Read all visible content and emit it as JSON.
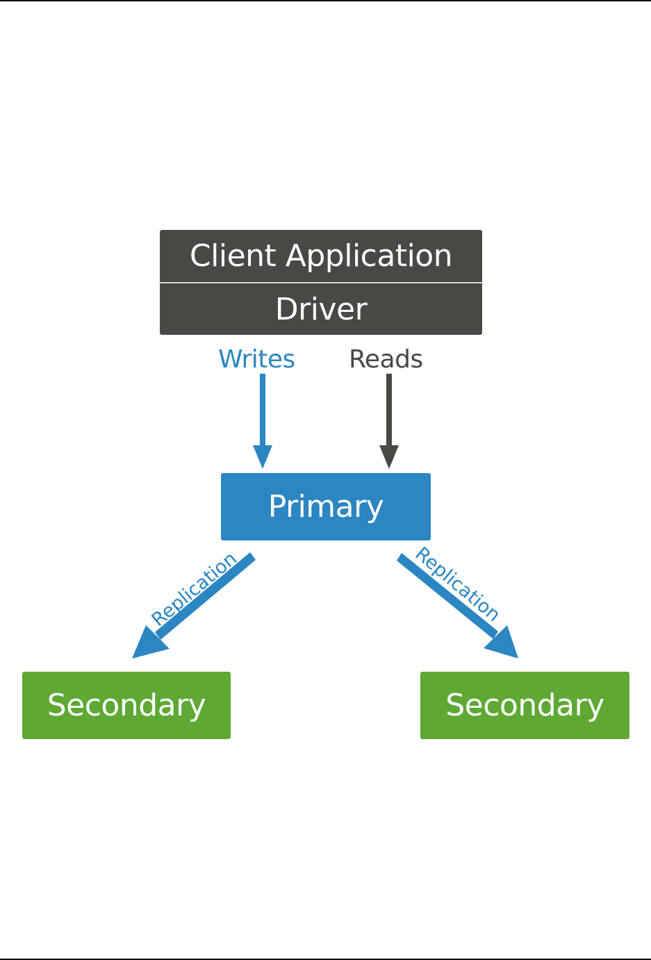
{
  "diagram": {
    "client": {
      "application_label": "Client Application",
      "driver_label": "Driver"
    },
    "flows": {
      "writes_label": "Writes",
      "reads_label": "Reads"
    },
    "nodes": {
      "primary_label": "Primary",
      "secondary_left_label": "Secondary",
      "secondary_right_label": "Secondary"
    },
    "replication": {
      "left_label": "Replication",
      "right_label": "Replication"
    },
    "colors": {
      "client": "#4a4845",
      "primary": "#2b86c2",
      "secondary": "#5ea833",
      "writes": "#2b86c2",
      "reads": "#4a4845"
    }
  }
}
